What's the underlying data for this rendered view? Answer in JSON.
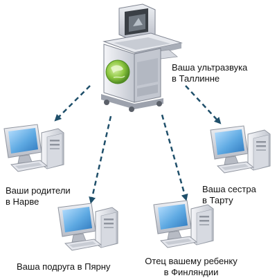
{
  "hub": {
    "icon": "ultrasound-machine-icon",
    "caption": [
      "Ваша ультразвука",
      "в Таллинне"
    ]
  },
  "nodes": [
    {
      "id": "parents",
      "icon": "desktop-computer-icon",
      "caption": [
        "Ваши родители",
        "в Нарве"
      ]
    },
    {
      "id": "girlfriend",
      "icon": "desktop-computer-icon",
      "caption": [
        "Ваша подруга в Пярну"
      ]
    },
    {
      "id": "father",
      "icon": "desktop-computer-icon",
      "caption": [
        "Отец вашему ребенку",
        "в Финляндии"
      ]
    },
    {
      "id": "sister",
      "icon": "desktop-computer-icon",
      "caption": [
        "Ваша сестра",
        "в Тарту"
      ]
    }
  ],
  "colors": {
    "arrow": "#1f4f6a",
    "machine_body": "#d9dde8",
    "monitor_frame": "#c9ccd4",
    "screen": "#5ea9e2",
    "globe": "#7cc242"
  }
}
